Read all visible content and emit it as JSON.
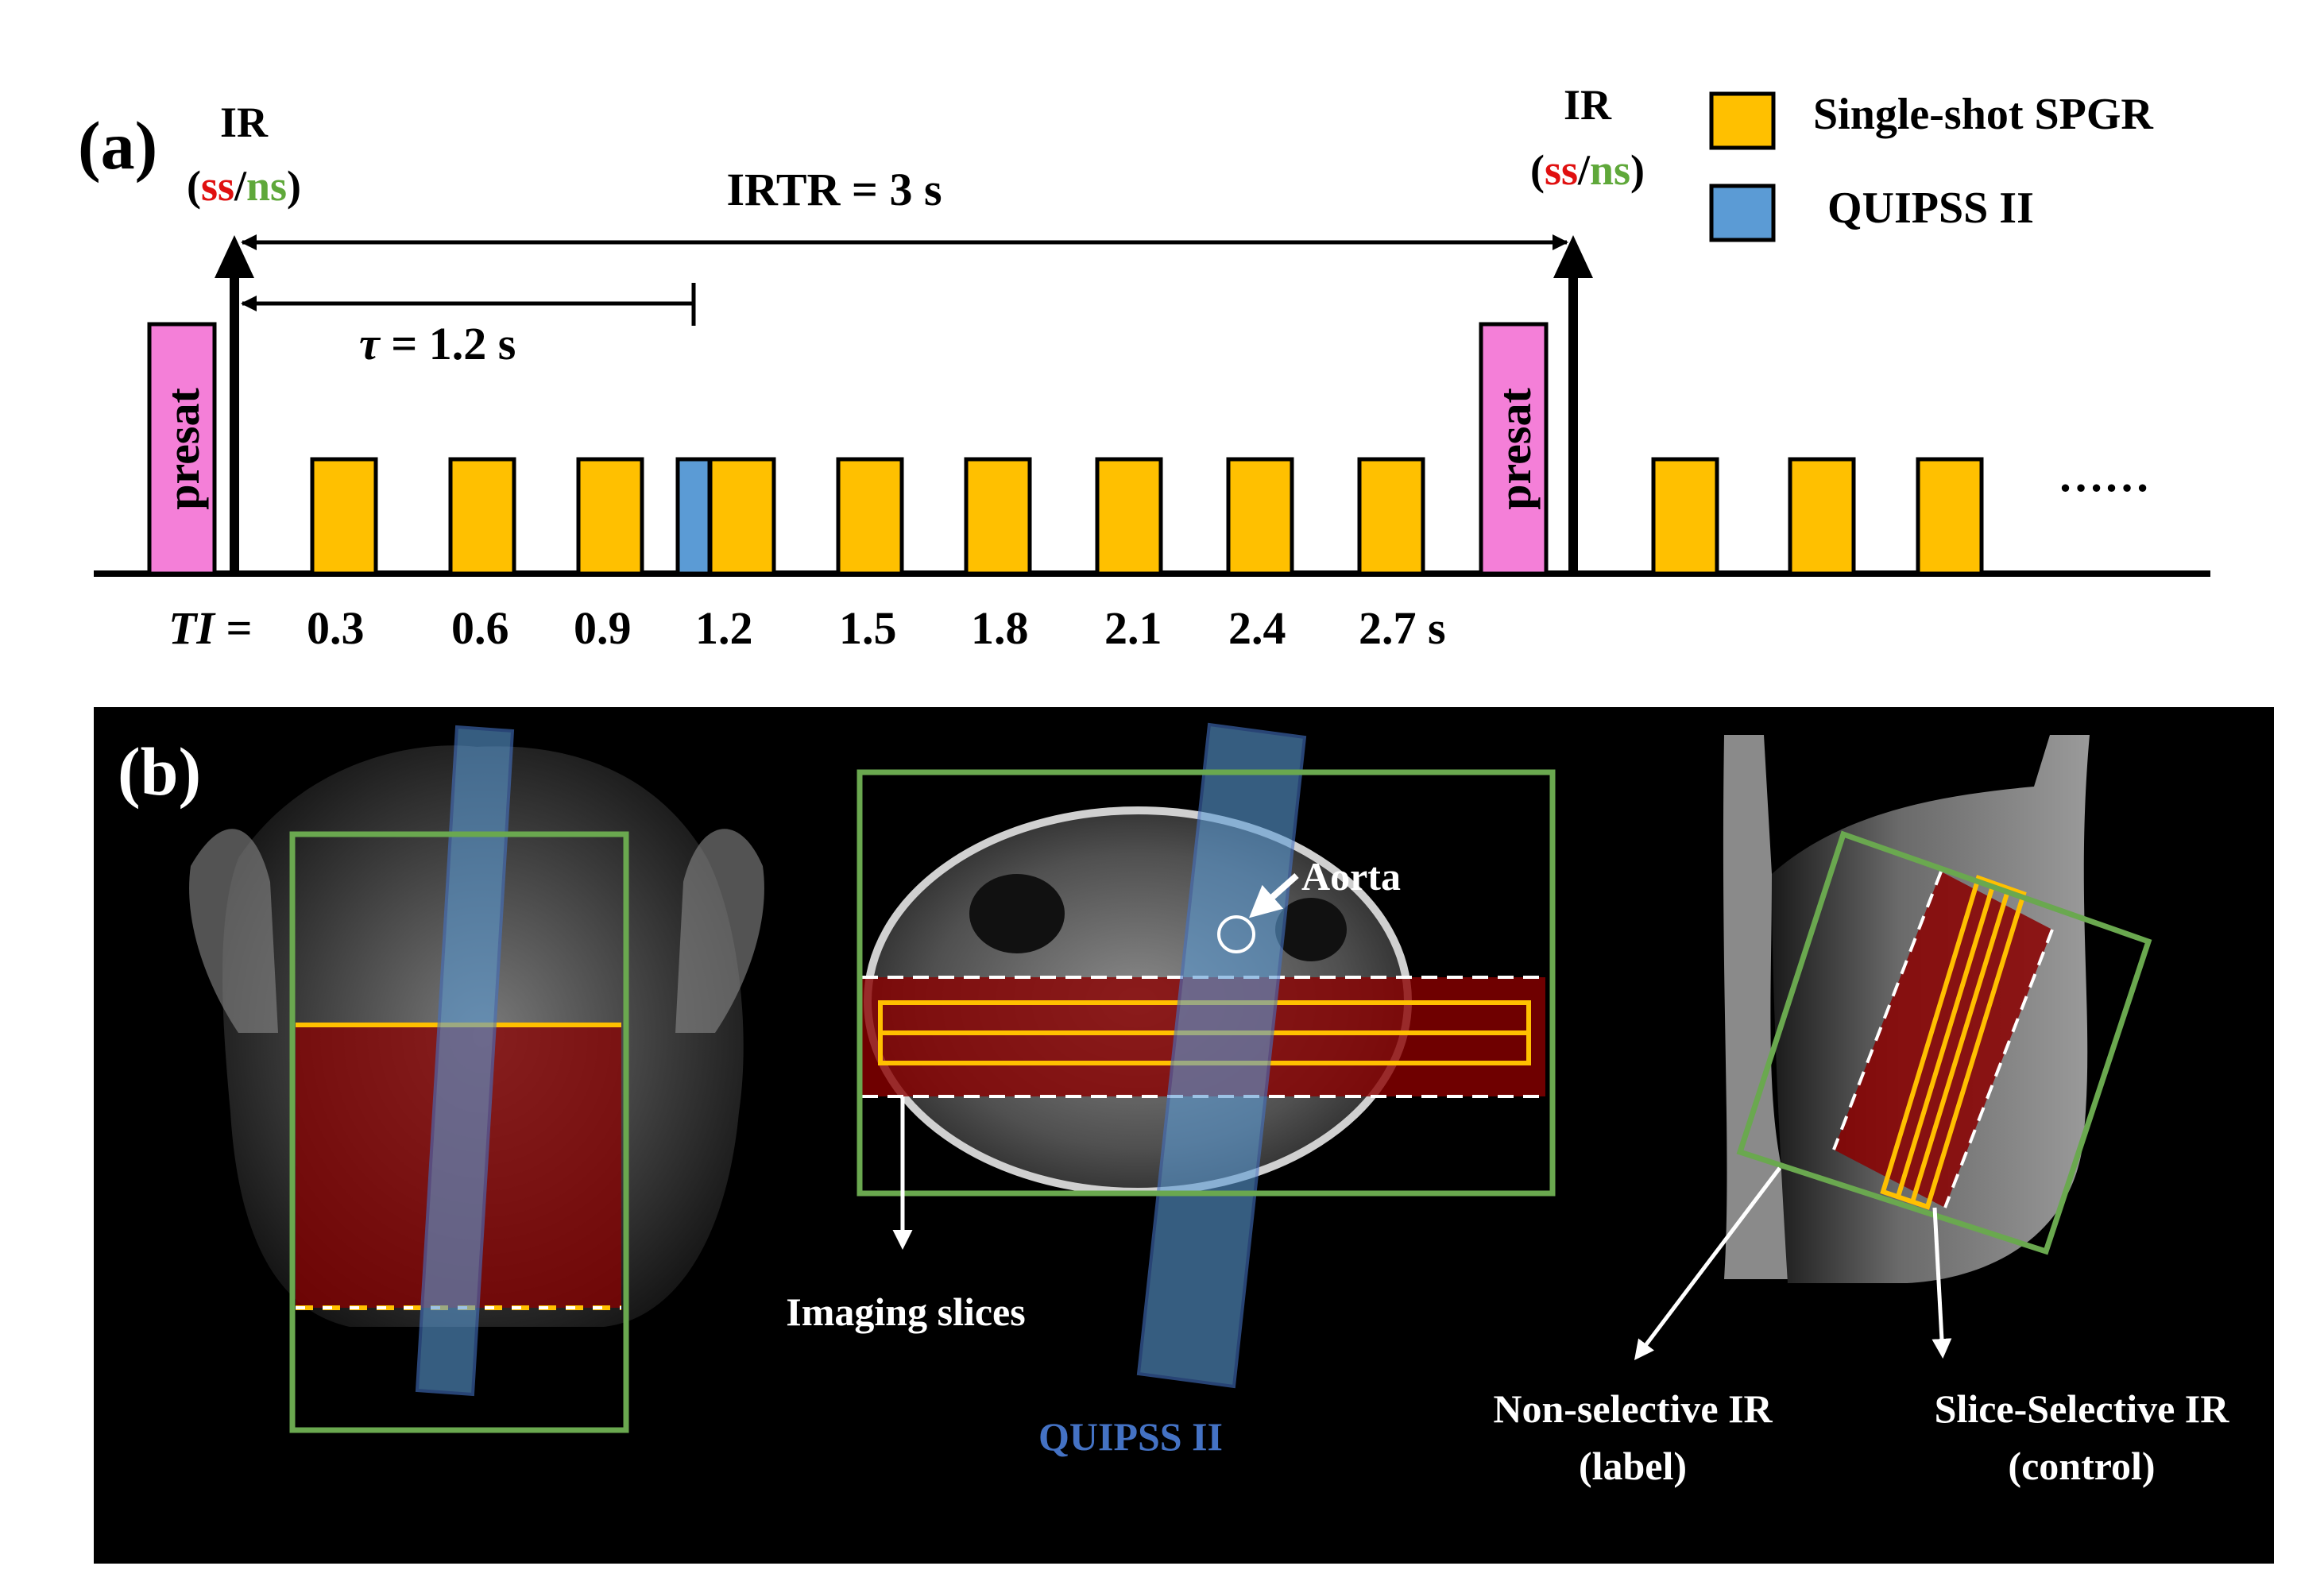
{
  "panel_a": {
    "label": "(a)",
    "ir_left": {
      "title": "IR",
      "ss": "ss",
      "slash": "/",
      "ns": "ns",
      "open": "(",
      "close": ")"
    },
    "ir_right": {
      "title": "IR",
      "ss": "ss",
      "slash": "/",
      "ns": "ns",
      "open": "(",
      "close": ")"
    },
    "irtr": "IRTR = 3 s",
    "tau_symbol": "τ",
    "tau_value": " = 1.2 s",
    "presat": "presat",
    "ti_prefix": "TI",
    "ti_equals": " =",
    "ti_values": [
      "0.3",
      "0.6",
      "0.9",
      "1.2",
      "1.5",
      "1.8",
      "2.1",
      "2.4",
      "2.7 s"
    ],
    "ellipsis": "……",
    "legend": [
      {
        "label": "Single-shot SPGR",
        "color": "#FFC000"
      },
      {
        "label": "QUIPSS II",
        "color": "#5B9BD5"
      }
    ]
  },
  "panel_b": {
    "label": "(b)",
    "aorta": "Aorta",
    "imaging_slices": "Imaging slices",
    "quipss": "QUIPSS II",
    "nonselective_line1": "Non-selective IR",
    "nonselective_line2": "(label)",
    "sliceselective_line1": "Slice-Selective IR",
    "sliceselective_line2": "(control)"
  },
  "colors": {
    "spgr": "#FFC000",
    "quipss": "#5B9BD5",
    "presat": "#F47FD8",
    "ss": "#E01010",
    "ns": "#5FA83A",
    "fov_green": "#6AA84F",
    "slab_red": "#8B0000"
  }
}
